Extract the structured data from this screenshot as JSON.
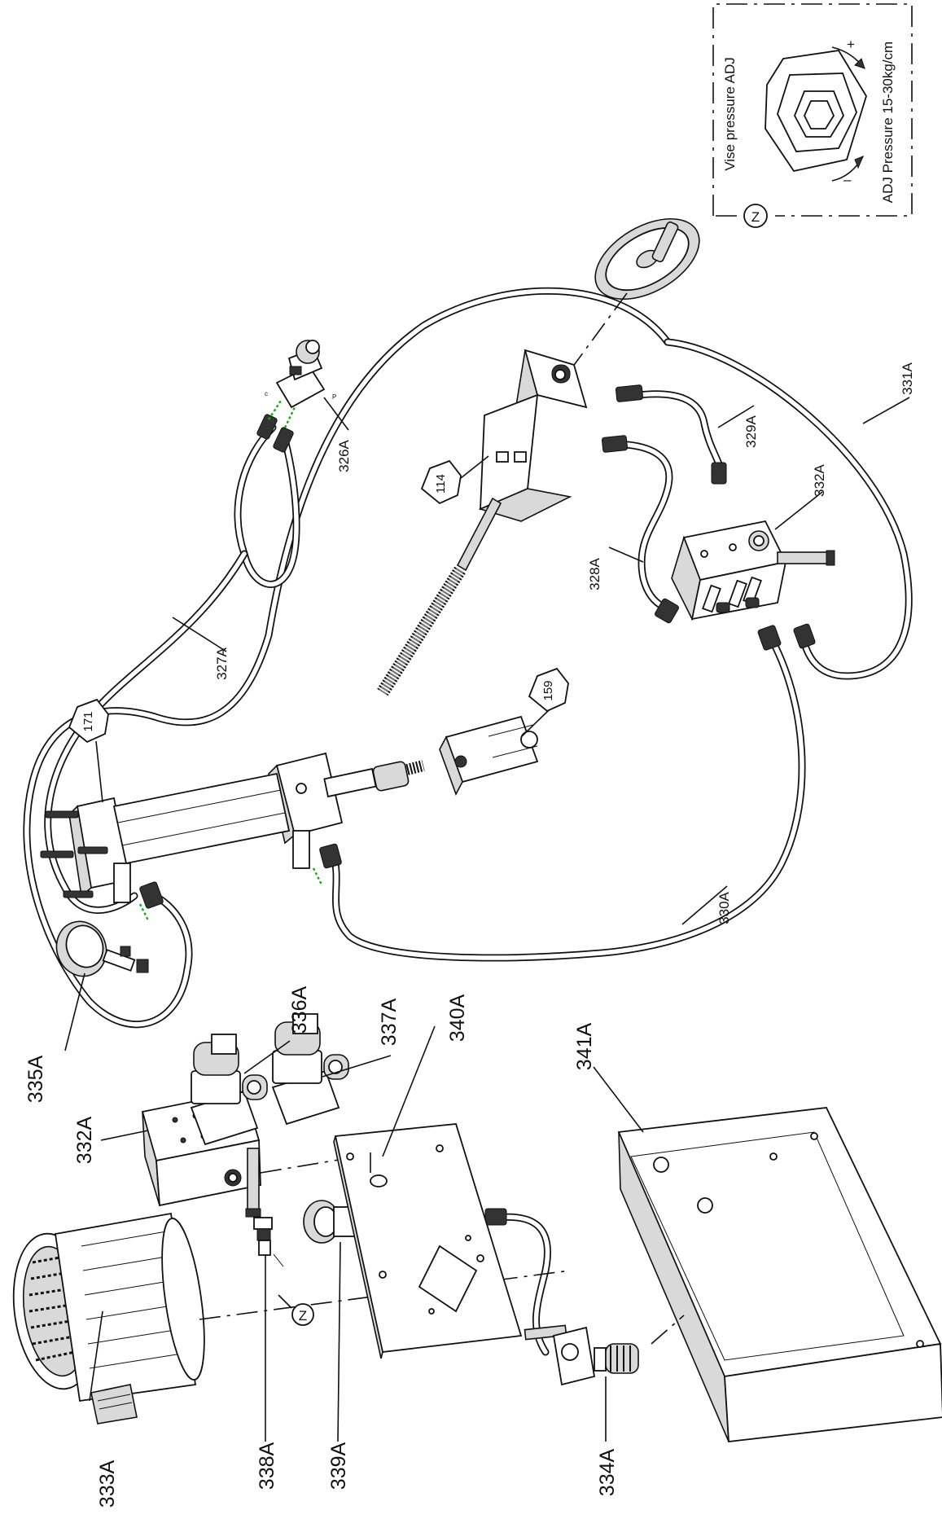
{
  "callouts": {
    "c114": "114",
    "c159": "159",
    "c171": "171"
  },
  "labels": {
    "l326A": "326A",
    "l327A": "327A",
    "l328A": "328A",
    "l329A": "329A",
    "l330A": "330A",
    "l331A": "331A",
    "l332A_top": "332A",
    "l332A_bottom": "332A",
    "l333A": "333A",
    "l334A": "334A",
    "l335A": "335A",
    "l336A": "336A",
    "l337A": "337A",
    "l338A": "338A",
    "l339A": "339A",
    "l340A": "340A",
    "l341A": "341A"
  },
  "detail": {
    "view_marker": "Z",
    "title": "Vise pressure ADJ",
    "pressure_note": "ADJ Pressure 15-30kg/cm",
    "plus": "+",
    "minus": "–"
  },
  "view_marker_motor": "Z",
  "port_marks": {
    "c": "c",
    "p": "P"
  }
}
